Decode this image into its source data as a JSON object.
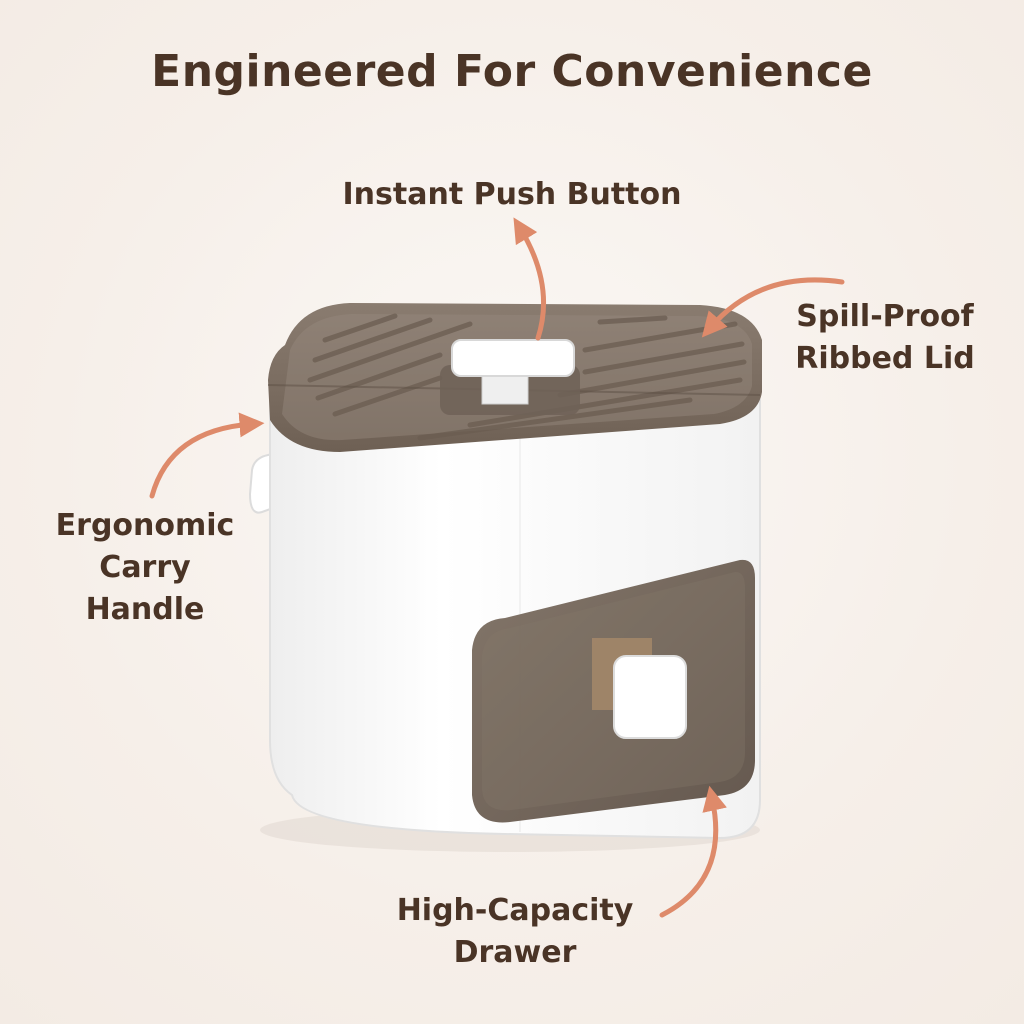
{
  "title": "Engineered For Convenience",
  "labels": {
    "push_button": "Instant Push Button",
    "lid": [
      "Spill-Proof",
      "Ribbed Lid"
    ],
    "handle": [
      "Ergonomic",
      "Carry",
      "Handle"
    ],
    "drawer": [
      "High-Capacity",
      "Drawer"
    ]
  },
  "colors": {
    "text": "#4a3426",
    "arrow": "#de8a6a",
    "lid": "#7a6b5e",
    "body": "#ffffff",
    "drawer": "#6b5d50"
  },
  "icons": [
    "arrow-push-icon",
    "arrow-lid-icon",
    "arrow-handle-icon",
    "arrow-drawer-icon"
  ]
}
